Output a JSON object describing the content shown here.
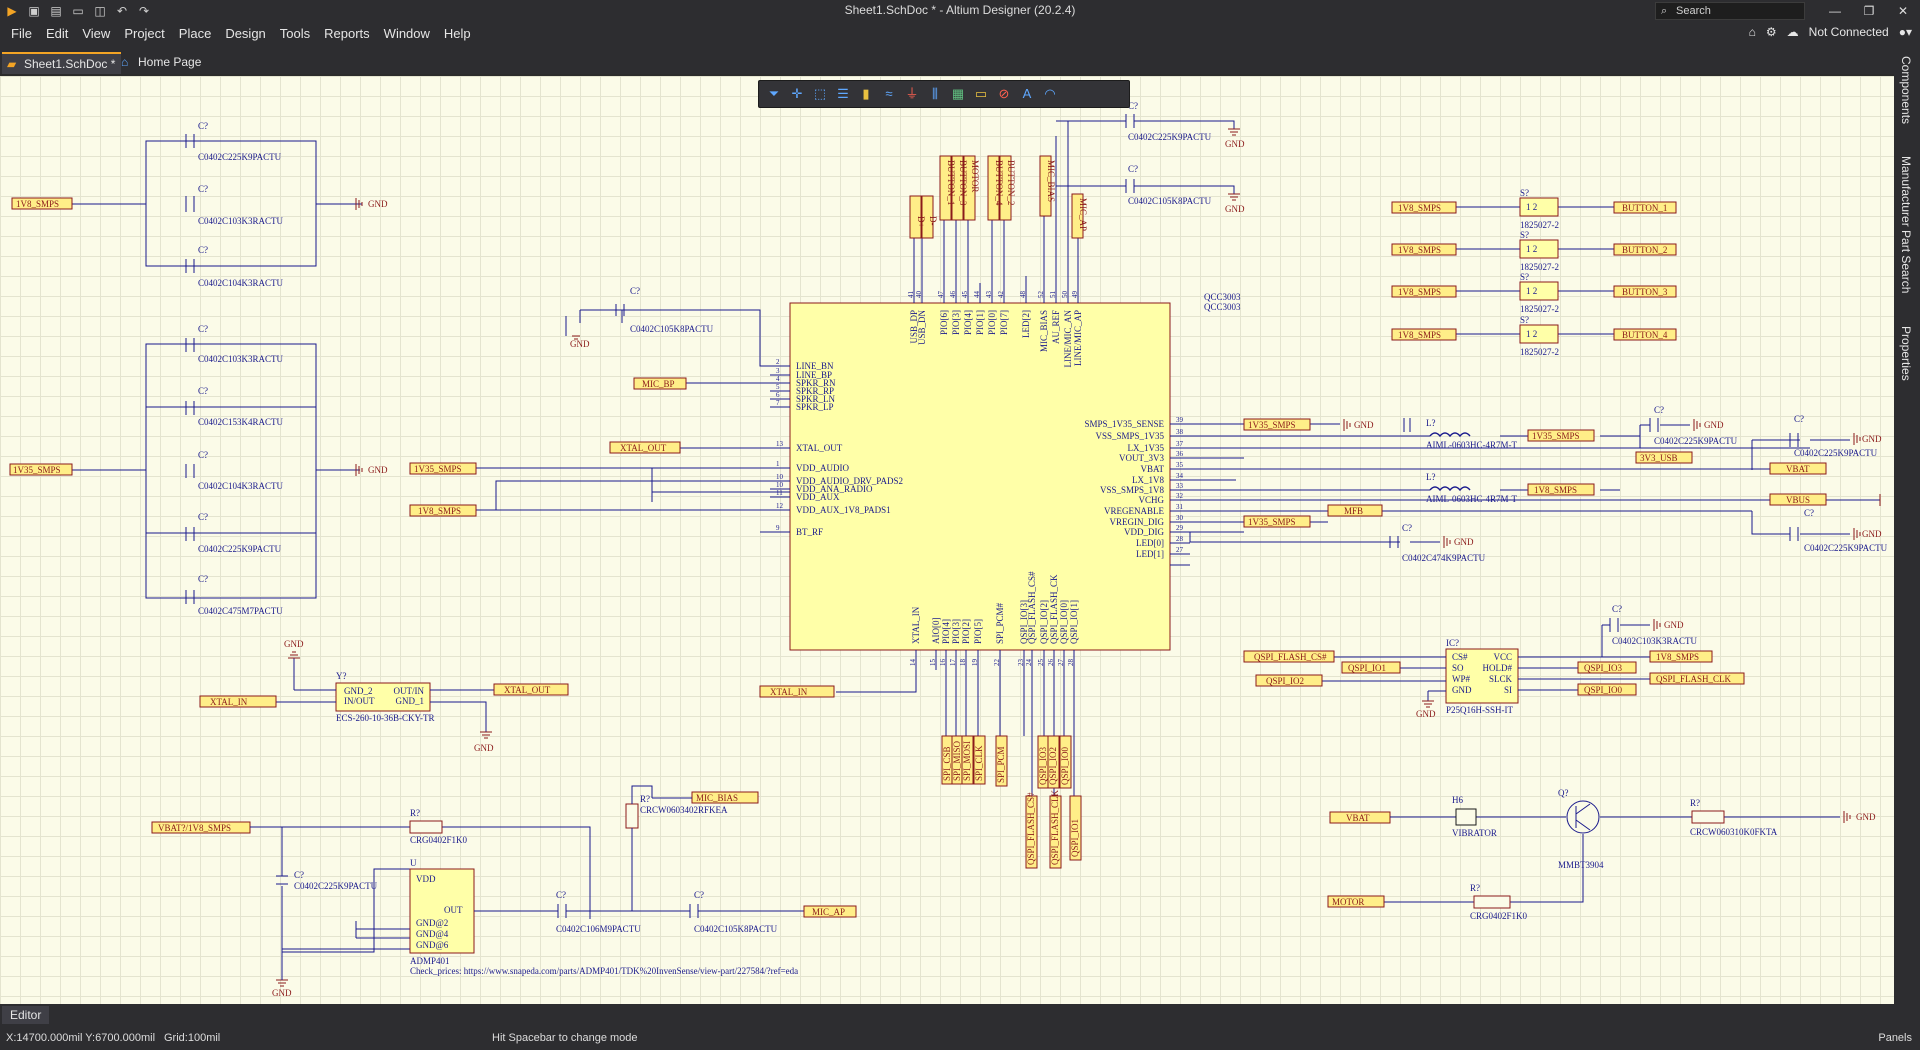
{
  "window": {
    "title": "Sheet1.SchDoc * - Altium Designer (20.2.4)",
    "search_placeholder": "Search"
  },
  "menu": [
    "File",
    "Edit",
    "View",
    "Project",
    "Place",
    "Design",
    "Tools",
    "Reports",
    "Window",
    "Help"
  ],
  "header_right": {
    "connection": "Not Connected"
  },
  "tabs": [
    {
      "label": "Sheet1.SchDoc *",
      "active": true
    },
    {
      "label": "Home Page",
      "active": false
    }
  ],
  "side_panels": [
    "Components",
    "Manufacturer Part Search",
    "Properties"
  ],
  "editor_tab": "Editor",
  "status": {
    "coords": "X:14700.000mil Y:6700.000mil",
    "grid": "Grid:100mil",
    "hint": "Hit Spacebar to change mode",
    "panels": "Panels"
  },
  "colors": {
    "sheet": "#fbfbe8",
    "wire": "#1a1a8c",
    "part_fill": "#ffffa8",
    "part_border": "#8b1a1a",
    "net_label_fill": "#ffee88",
    "gnd": "#8b1a1a",
    "accent": "#f3a425"
  },
  "schematic": {
    "caps_left": [
      "C0402C225K9PACTU",
      "C0402C103K3RACTU",
      "C0402C104K3RACTU",
      "C0402C103K3RACTU",
      "C0402C153K4RACTU",
      "C0402C104K3RACTU",
      "C0402C225K9PACTU",
      "C0402C475M7PACTU"
    ],
    "cap_designator": "C?",
    "gnd": "GND",
    "ports_left": {
      "v18": "1V8_SMPS",
      "v135": "1V35_SMPS"
    },
    "ic_qcc": {
      "designator": "QCC3003",
      "comment": "QCC3003",
      "left_pins": [
        "LINE_BN",
        "LINE_BP",
        "SPKR_RN",
        "SPKR_RP",
        "SPKR_LN",
        "SPKR_LP",
        "XTAL_OUT",
        "VDD_AUDIO",
        "VDD_AUDIO_DRV_PADS2",
        "VDD_ANA_RADIO",
        "VDD_AUX",
        "VDD_AUX_1V8_PADS1",
        "BT_RF"
      ],
      "left_pin_numbers": [
        "2",
        "3",
        "4",
        "5",
        "6",
        "7",
        "13",
        "1",
        "10",
        "10",
        "11",
        "12",
        "9"
      ],
      "right_pins": [
        "SMPS_1V35_SENSE",
        "VSS_SMPS_1V35",
        "LX_1V35",
        "VOUT_3V3",
        "VBAT",
        "LX_1V8",
        "VSS_SMPS_1V8",
        "VCHG",
        "VREGENABLE",
        "VREGIN_DIG",
        "VDD_DIG",
        "LED[0]",
        "LED[1]"
      ],
      "right_pin_numbers": [
        "39",
        "38",
        "37",
        "36",
        "35",
        "34",
        "33",
        "32",
        "31",
        "30",
        "29",
        "28",
        "27"
      ],
      "top_pins": [
        "USB_DP",
        "USB_DN",
        "PIO[6]",
        "PIO[3]",
        "PIO[4]",
        "PIO[1]",
        "PIO[0]",
        "PIO[7]",
        "LED[2]",
        "MIC_BIAS",
        "AU_REF",
        "LINE/MIC_AN",
        "LINE/MIC_AP"
      ],
      "top_pin_numbers": [
        "41",
        "40",
        "47",
        "46",
        "45",
        "44",
        "43",
        "42",
        "48",
        "52",
        "51",
        "50",
        "49"
      ],
      "bottom_pins": [
        "XTAL_IN",
        "AIO[0]",
        "PIO[4]",
        "PIO[3]",
        "PIO[2]",
        "PIO[5]",
        "SPI_PCM#",
        "QSPI_IO[3]",
        "QSPI_FLASH_CS#",
        "QSPI_IO[2]",
        "QSPI_FLASH_CK",
        "QSPI_IO[0]",
        "QSPI_IO[1]"
      ],
      "bottom_pin_numbers": [
        "14",
        "15",
        "16",
        "17",
        "18",
        "19",
        "22",
        "23",
        "24",
        "25",
        "26",
        "27",
        "28"
      ]
    },
    "top_caps": [
      "C0402C225K9PACTU",
      "C0402C105K8PACTU"
    ],
    "cap_linebn": "C0402C105K8PACTU",
    "top_nets_a": [
      "D+",
      "D-"
    ],
    "top_nets_b": [
      "BUTTON_1",
      "BUTTON_3",
      "MOTOR"
    ],
    "top_nets_c": [
      "BUTTON_4",
      "BUTTON_2"
    ],
    "top_nets_d": [
      "MIC_BIAS",
      "MIC_AP"
    ],
    "left_nets": {
      "mic_bp": "MIC_BP",
      "xtal_out": "XTAL_OUT",
      "v135": "1V35_SMPS",
      "v18": "1V8_SMPS"
    },
    "switches": [
      {
        "net": "BUTTON_1"
      },
      {
        "net": "BUTTON_2"
      },
      {
        "net": "BUTTON_3"
      },
      {
        "net": "BUTTON_4"
      }
    ],
    "switch_part": "1825027-2",
    "switch_des": "S?",
    "switch_supply": "1V8_SMPS",
    "right_nets": {
      "v135": "1V35_SMPS",
      "v135b": "1V35_SMPS",
      "v18": "1V8_SMPS",
      "v33": "3V3_USB",
      "vbat": "VBAT",
      "vbus": "VBUS",
      "mfb": "MFB",
      "v135c": "1V35_SMPS"
    },
    "inductor": {
      "des": "L?",
      "part": "AIML-0603HC-4R7M-T"
    },
    "right_caps": [
      "C0402C225K9PACTU",
      "C0402C225K9PACTU",
      "C0402C225K9PACTU",
      "C0402C474K9PACTU"
    ],
    "flash": {
      "des": "IC?",
      "part": "P25Q16H-SSH-IT",
      "left_pins": [
        "CS#",
        "SO",
        "WP#",
        "GND"
      ],
      "right_pins": [
        "VCC",
        "HOLD#",
        "SLCK",
        "SI"
      ],
      "left_nets": [
        "QSPI_FLASH_CS#",
        "QSPI_IO1",
        "QSPI_IO2"
      ],
      "right_nets": [
        "1V8_SMPS",
        "QSPI_IO3",
        "QSPI_FLASH_CLK",
        "QSPI_IO0"
      ],
      "cap": "C0402C103K3RACTU"
    },
    "crystal": {
      "des": "Y?",
      "part": "ECS-260-10-36B-CKY-TR",
      "pins": [
        "GND_2",
        "IN/OUT",
        "OUT/IN",
        "GND_1"
      ],
      "nets": {
        "in": "XTAL_IN",
        "out": "XTAL_OUT"
      }
    },
    "bottom_nets": [
      "SPI_CSB",
      "SPI_MISO",
      "SPI_MOSI",
      "SPI_CLK",
      "SPI_PCM",
      "QSPI_IO3",
      "QSPI_IO2",
      "QSPI_IO0",
      "QSPI_FLASH_CS#",
      "QSPI_FLASH_CLK",
      "QSPI_IO1"
    ],
    "xtal_in_net": "XTAL_IN",
    "mic": {
      "des": "U",
      "part": "ADMP401",
      "pins": [
        "VDD",
        "OUT",
        "GND@2",
        "GND@4",
        "GND@6"
      ],
      "check": "Check_prices: https://www.snapeda.com/parts/ADMP401/TDK%20InvenSense/view-part/227584/?ref=eda",
      "supply": "VBAT?/1V8_SMPS",
      "resistor": {
        "des": "R?",
        "part": "CRG0402F1K0"
      },
      "bias_res": {
        "des": "R?",
        "part": "CRCW0603402RFKEA"
      },
      "bias_net": "MIC_BIAS",
      "caps": [
        "C0402C225K9PACTU",
        "C0402C106M9PACTU",
        "C0402C105K8PACTU"
      ],
      "out_net": "MIC_AP"
    },
    "motor": {
      "vbat": "VBAT",
      "vib_des": "H6",
      "vib": "VIBRATOR",
      "q_des": "Q?",
      "q": "MMBT3904",
      "r1_des": "R?",
      "r1": "CRCW060310K0FKTA",
      "motor_net": "MOTOR",
      "r2_des": "R?",
      "r2": "CRG0402F1K0"
    }
  }
}
